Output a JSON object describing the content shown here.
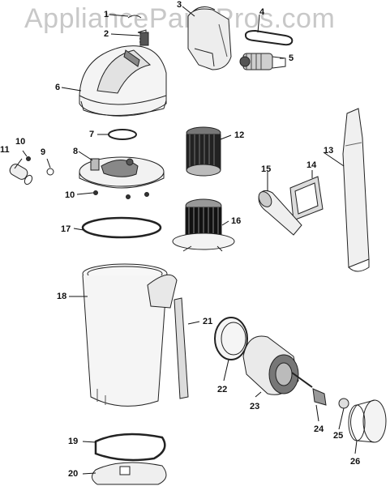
{
  "watermark": "AppliancePartsPros.com",
  "callouts": [
    "1",
    "2",
    "3",
    "4",
    "5",
    "6",
    "7",
    "8",
    "9",
    "10",
    "10",
    "11",
    "12",
    "13",
    "14",
    "15",
    "16",
    "17",
    "18",
    "19",
    "20",
    "21",
    "22",
    "23",
    "24",
    "25",
    "26"
  ]
}
